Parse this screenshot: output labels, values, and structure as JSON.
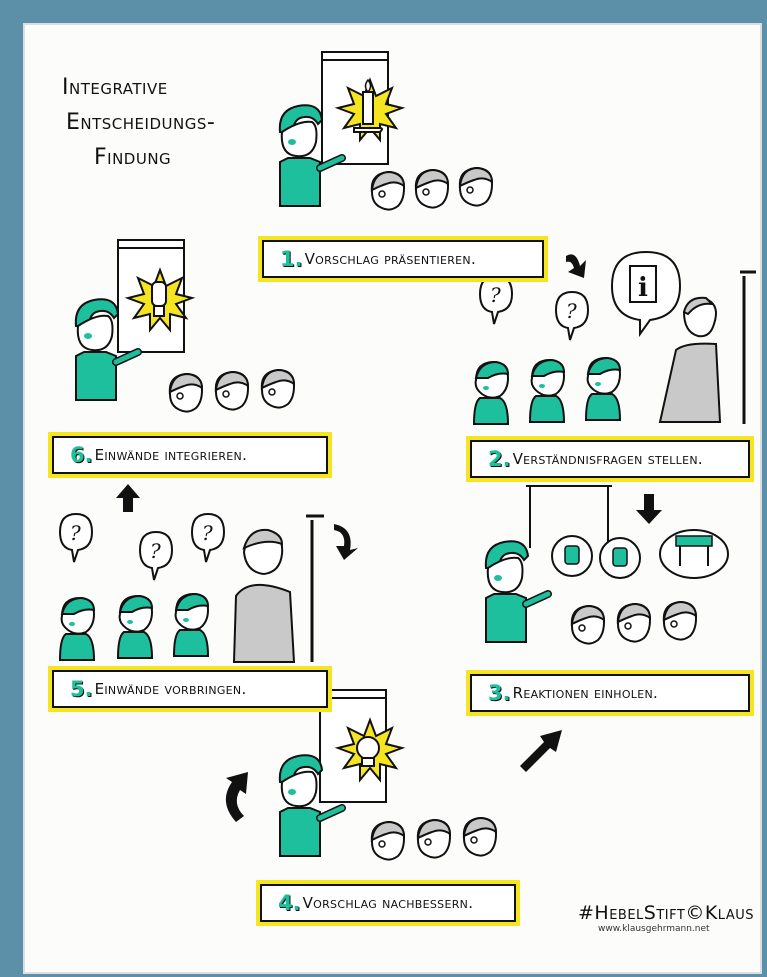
{
  "title": {
    "line1": "Integrative",
    "line2": "Entscheidungs-",
    "line3": "Findung"
  },
  "steps": [
    {
      "num": "1.",
      "label": "Vorschlag präsentieren."
    },
    {
      "num": "2.",
      "label": "Verständnisfragen stellen."
    },
    {
      "num": "3.",
      "label": "Reaktionen einholen."
    },
    {
      "num": "4.",
      "label": "Vorschlag nachbessern."
    },
    {
      "num": "5.",
      "label": "Einwände vorbringen."
    },
    {
      "num": "6.",
      "label": "Einwände integrieren."
    }
  ],
  "signature": {
    "main": "#HebelStift©Klaus",
    "url": "www.klausgehrmann.net"
  },
  "icons": [
    "candle-icon",
    "lightbulb-icon",
    "info-icon",
    "question-icon",
    "thumbs-up-icon",
    "thumbs-down-icon",
    "barrier-icon",
    "arrow-icon"
  ],
  "colors": {
    "accent": "#1dbf9c",
    "highlight": "#f4e520",
    "frame": "#5b90a8"
  }
}
